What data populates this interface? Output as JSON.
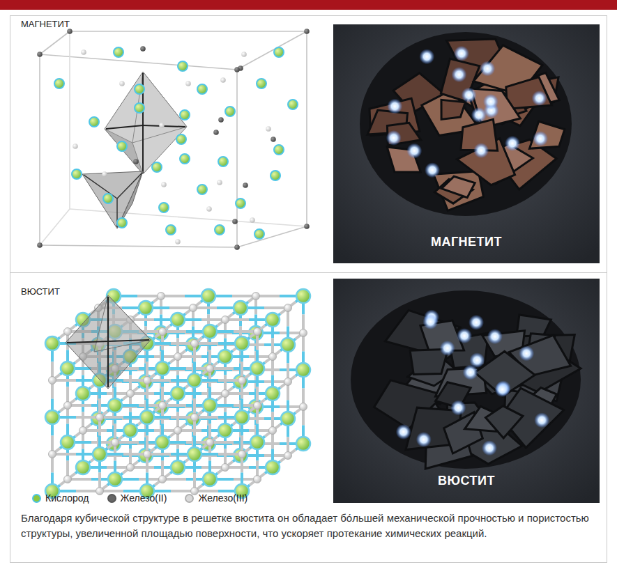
{
  "diagram": {
    "caption": "Благодаря кубической структуре в решетке вюстита он обладает бо́льшей механической прочностью и пористостью структуры, увеличенной площадью поверхности, что ускоряет протекание химических реакций.",
    "nodes": [
      {
        "text": [
          "МАГНЕТИТ"
        ]
      },
      {
        "text": [
          "ВЮСТИТ"
        ]
      }
    ],
    "labels": [
      "МАГНЕТИТ",
      "ВЮСТИТ"
    ],
    "legend": [
      {
        "text": "Кислород",
        "color": "#8cc63f"
      },
      {
        "text": "Железо(II)",
        "color": "#666666"
      },
      {
        "text": "Железо(III)",
        "color": "#d9d9d9"
      }
    ]
  }
}
